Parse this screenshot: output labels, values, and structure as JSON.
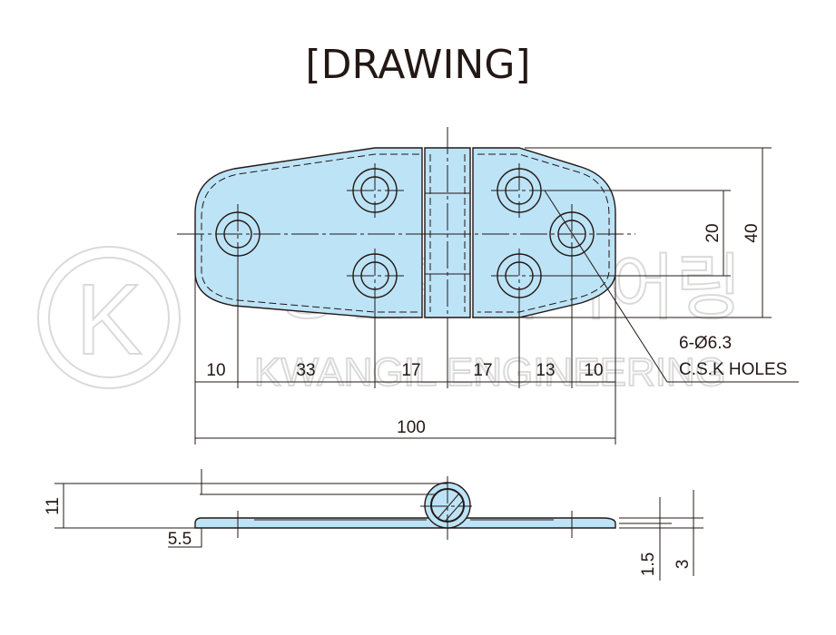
{
  "title": "[DRAWING]",
  "watermark": {
    "logo_letter": "K",
    "korean": "광일엔지니어링",
    "english": "KWANGIL ENGINEERING"
  },
  "colors": {
    "fill": "#bde3f6",
    "line": "#231815"
  },
  "top_view": {
    "horizontal_dims": [
      "10",
      "33",
      "17",
      "17",
      "13",
      "10"
    ],
    "overall_length": "100",
    "vertical_dims": [
      "20",
      "40"
    ],
    "hole_callout": [
      "6-Ø6.3",
      "C.S.K HOLES"
    ]
  },
  "side_view": {
    "height": "11",
    "pin_offset": "5.5",
    "thickness": "1.5",
    "edge_height": "3"
  }
}
